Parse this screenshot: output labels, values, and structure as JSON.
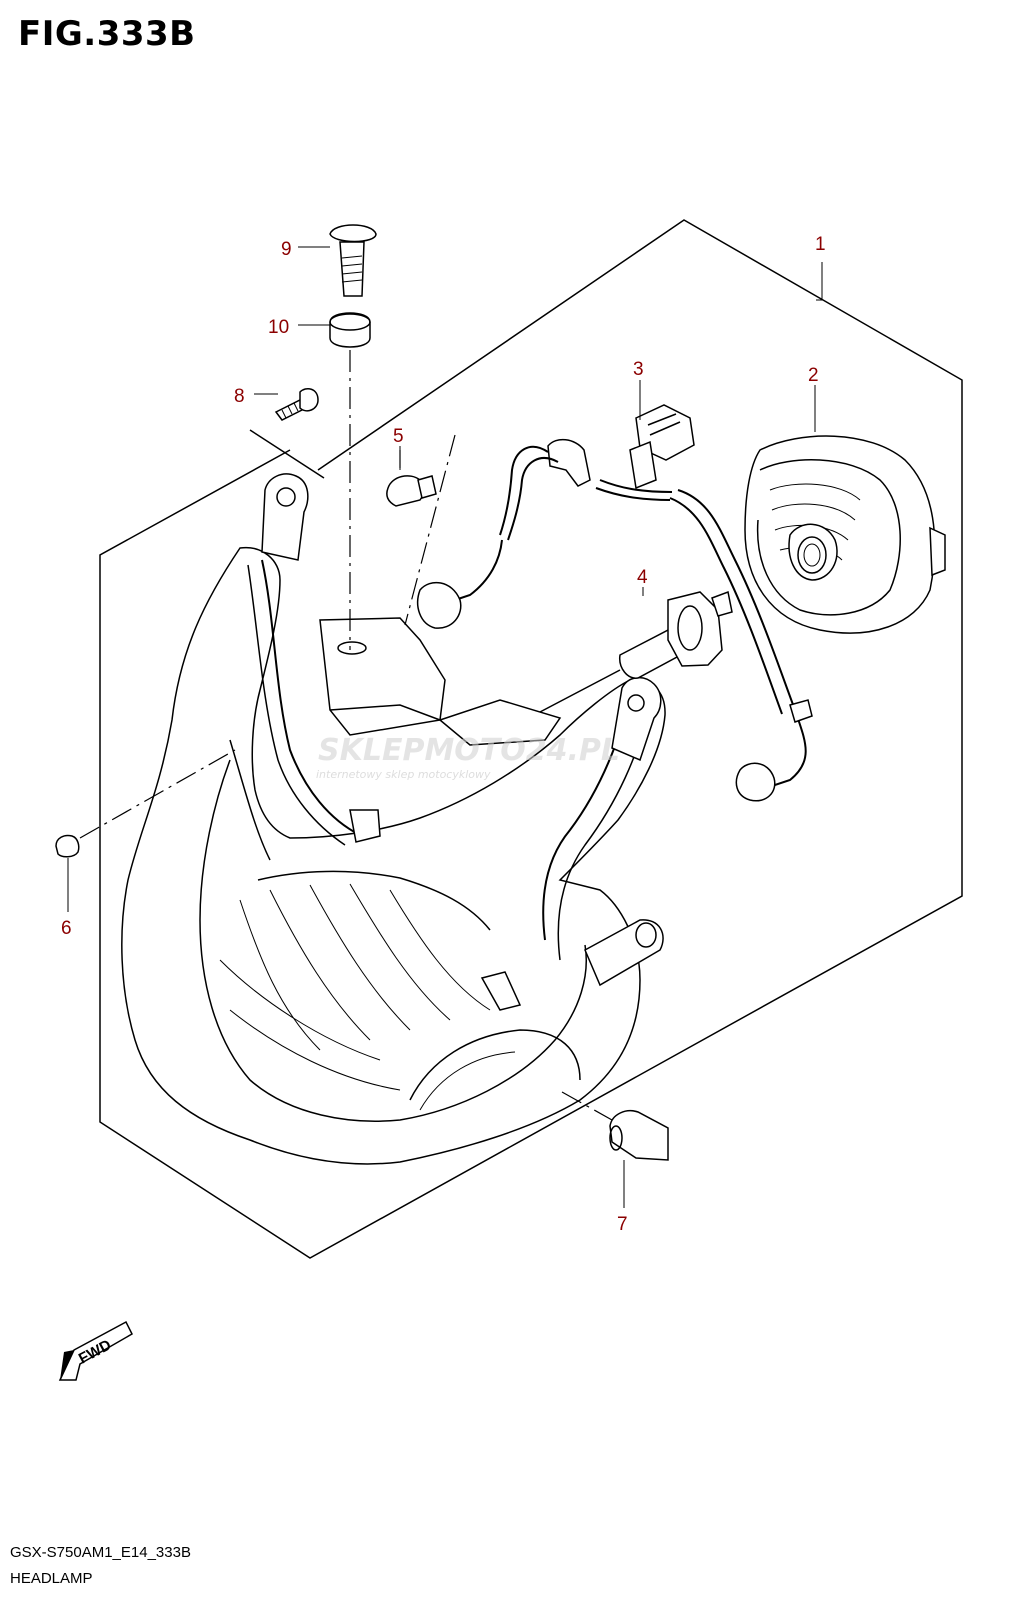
{
  "figure": {
    "title": "FIG.333B"
  },
  "callouts": [
    {
      "id": "1",
      "label": "1"
    },
    {
      "id": "2",
      "label": "2"
    },
    {
      "id": "3",
      "label": "3"
    },
    {
      "id": "4",
      "label": "4"
    },
    {
      "id": "5",
      "label": "5"
    },
    {
      "id": "6",
      "label": "6"
    },
    {
      "id": "7",
      "label": "7"
    },
    {
      "id": "8",
      "label": "8"
    },
    {
      "id": "9",
      "label": "9"
    },
    {
      "id": "10",
      "label": "10"
    }
  ],
  "direction_arrow": {
    "label": "FWD"
  },
  "watermark": {
    "brand": "SKLEPMOTO24.PL",
    "tagline": "internetowy sklep motocyklowy"
  },
  "footer": {
    "code": "GSX-S750AM1_E14_333B",
    "name": "HEADLAMP"
  },
  "colors": {
    "callout": "#8b0000",
    "line": "#000000",
    "background": "#ffffff"
  }
}
